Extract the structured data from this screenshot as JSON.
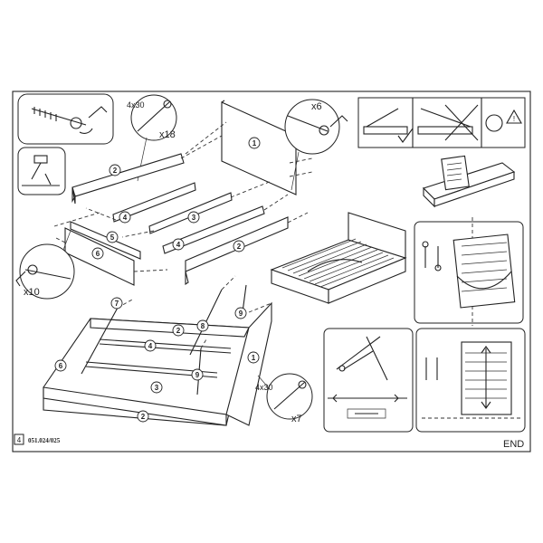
{
  "page": {
    "page_number": "4",
    "doc_code": "051.024/025",
    "end_label": "END"
  },
  "hardware": {
    "screw_size_top": "4x30",
    "screw_qty_top": "x18",
    "bolt_qty_right": "x6",
    "bolt_qty_left": "x10",
    "screw_size_bottom": "4x30",
    "screw_qty_bottom": "x7"
  },
  "part_numbers": {
    "headboard": "1",
    "side_left": "2",
    "rail_center": "3",
    "rail_inner": "4",
    "slat_left": "5",
    "end_panel": "6",
    "side_right": "2",
    "rail_inner_b": "4",
    "bracket_a": "7",
    "bracket_b": "8",
    "bracket_c": "9",
    "bracket_d": "9",
    "low_side": "2",
    "low_rail": "3",
    "low_rail_b": "4",
    "low_end": "6",
    "low_head": "1"
  },
  "icons": {
    "hand_crank": "crank-wrench-icon",
    "hammer": "hammer-icon",
    "warning": "warning-triangle-icon",
    "check": "check-mark-icon",
    "cross": "cross-mark-icon",
    "wrench": "wrench-icon"
  },
  "colors": {
    "ink": "#222222",
    "paper": "#ffffff"
  }
}
